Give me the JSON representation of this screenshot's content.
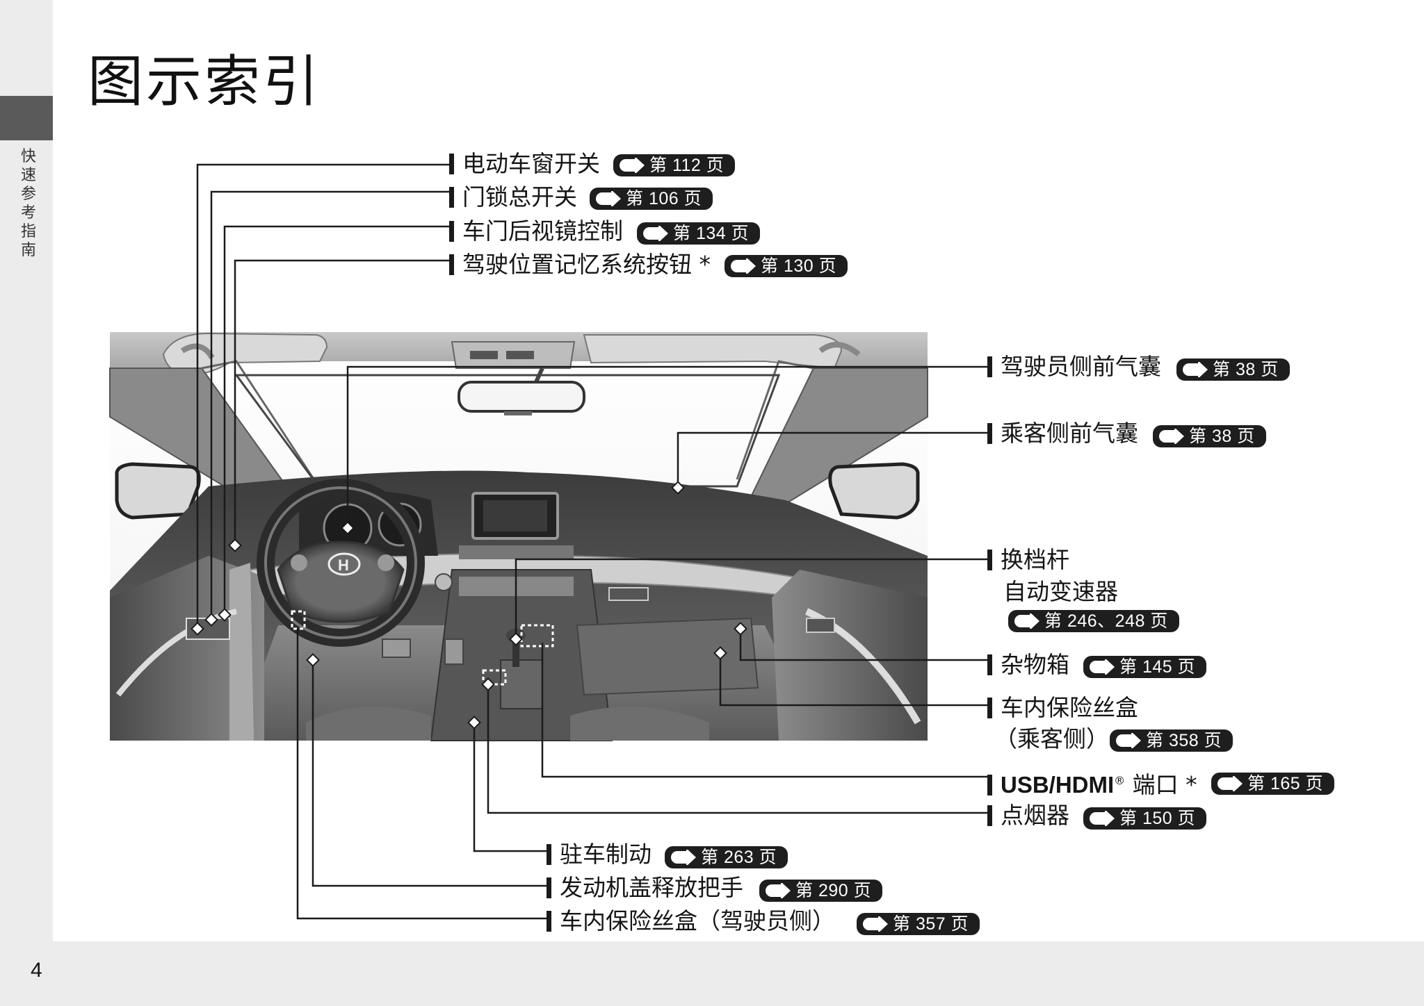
{
  "page_title": "图示索引",
  "side_label": "快速参考指南",
  "page_number": "4",
  "labels": [
    {
      "text": "电动车窗开关",
      "ref": "第 112 页"
    },
    {
      "text": "门锁总开关",
      "ref": "第 106 页"
    },
    {
      "text": "车门后视镜控制",
      "ref": "第 134 页"
    },
    {
      "text": "驾驶位置记忆系统按钮 *",
      "ref": "第 130 页"
    },
    {
      "text": "驾驶员侧前气囊",
      "ref": "第 38 页"
    },
    {
      "text": "乘客侧前气囊",
      "ref": "第 38 页"
    },
    {
      "text": "换档杆",
      "text2": "自动变速器",
      "ref": "第 246、248 页"
    },
    {
      "text": "杂物箱",
      "ref": "第 145 页"
    },
    {
      "text": "车内保险丝盒",
      "text2": "（乘客侧）",
      "ref": "第 358 页"
    },
    {
      "text": "USB/HDMI",
      "sup": "®",
      "text_after": " 端口 *",
      "ref": "第 165 页"
    },
    {
      "text": "点烟器",
      "ref": "第 150 页"
    },
    {
      "text": "驻车制动",
      "ref": "第 263 页"
    },
    {
      "text": "发动机盖释放把手",
      "ref": "第 290 页"
    },
    {
      "text": "车内保险丝盒（驾驶员侧）",
      "ref": "第 357 页"
    }
  ],
  "colors": {
    "pill": "#1e1e1e",
    "sheet": "#ffffff",
    "margin": "#ececec",
    "tab": "#5a5a5a"
  },
  "icons": [
    "arrow-right-icon"
  ]
}
